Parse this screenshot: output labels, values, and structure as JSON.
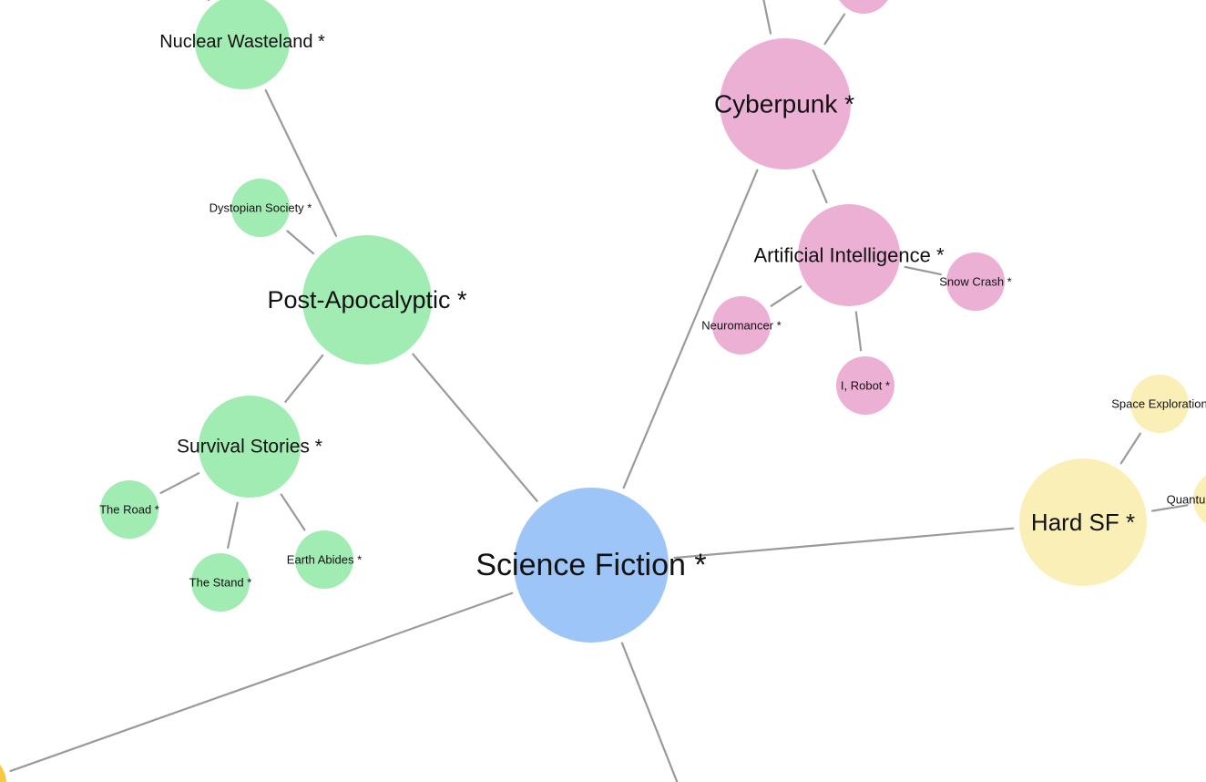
{
  "colors": {
    "root": "#9ec5f7",
    "post_apocalyptic": "#a1ecb3",
    "cyberpunk": "#ecb0d5",
    "hard_sf": "#fbefb8",
    "offscreen_yellow": "#f5c940",
    "edge": "#9a9a9a"
  },
  "nodes": [
    {
      "id": "science-fiction",
      "label": "Science Fiction *",
      "group": "root"
    },
    {
      "id": "post-apocalyptic",
      "label": "Post-Apocalyptic *",
      "group": "post_apocalyptic"
    },
    {
      "id": "nuclear-wasteland",
      "label": "Nuclear Wasteland *",
      "group": "post_apocalyptic"
    },
    {
      "id": "dystopian-society",
      "label": "Dystopian Society *",
      "group": "post_apocalyptic"
    },
    {
      "id": "survival-stories",
      "label": "Survival Stories *",
      "group": "post_apocalyptic"
    },
    {
      "id": "the-road",
      "label": "The Road *",
      "group": "post_apocalyptic"
    },
    {
      "id": "the-stand",
      "label": "The Stand *",
      "group": "post_apocalyptic"
    },
    {
      "id": "earth-abides",
      "label": "Earth Abides *",
      "group": "post_apocalyptic"
    },
    {
      "id": "cyberpunk",
      "label": "Cyberpunk *",
      "group": "cyberpunk"
    },
    {
      "id": "artificial-intelligence",
      "label": "Artificial Intelligence *",
      "group": "cyberpunk"
    },
    {
      "id": "neuromancer",
      "label": "Neuromancer *",
      "group": "cyberpunk"
    },
    {
      "id": "snow-crash",
      "label": "Snow Crash *",
      "group": "cyberpunk"
    },
    {
      "id": "i-robot",
      "label": "I, Robot *",
      "group": "cyberpunk"
    },
    {
      "id": "cyberpunk-child-top",
      "label": "",
      "group": "cyberpunk"
    },
    {
      "id": "hard-sf",
      "label": "Hard SF *",
      "group": "hard_sf"
    },
    {
      "id": "space-exploration",
      "label": "Space Exploration",
      "group": "hard_sf"
    },
    {
      "id": "quantum",
      "label": "Quantu",
      "group": "hard_sf"
    },
    {
      "id": "offscreen-yellow",
      "label": "",
      "group": "offscreen_yellow"
    }
  ],
  "edges": [
    [
      "science-fiction",
      "post-apocalyptic"
    ],
    [
      "science-fiction",
      "cyberpunk"
    ],
    [
      "science-fiction",
      "hard-sf"
    ],
    [
      "science-fiction",
      "offscreen-yellow"
    ],
    [
      "science-fiction",
      "offscreen-bottom"
    ],
    [
      "post-apocalyptic",
      "nuclear-wasteland"
    ],
    [
      "post-apocalyptic",
      "dystopian-society"
    ],
    [
      "post-apocalyptic",
      "survival-stories"
    ],
    [
      "survival-stories",
      "the-road"
    ],
    [
      "survival-stories",
      "the-stand"
    ],
    [
      "survival-stories",
      "earth-abides"
    ],
    [
      "nuclear-wasteland",
      "offscreen-top-left"
    ],
    [
      "cyberpunk",
      "artificial-intelligence"
    ],
    [
      "cyberpunk",
      "cyberpunk-child-top"
    ],
    [
      "cyberpunk",
      "offscreen-top"
    ],
    [
      "artificial-intelligence",
      "neuromancer"
    ],
    [
      "artificial-intelligence",
      "snow-crash"
    ],
    [
      "artificial-intelligence",
      "i-robot"
    ],
    [
      "hard-sf",
      "space-exploration"
    ],
    [
      "hard-sf",
      "quantum"
    ]
  ]
}
